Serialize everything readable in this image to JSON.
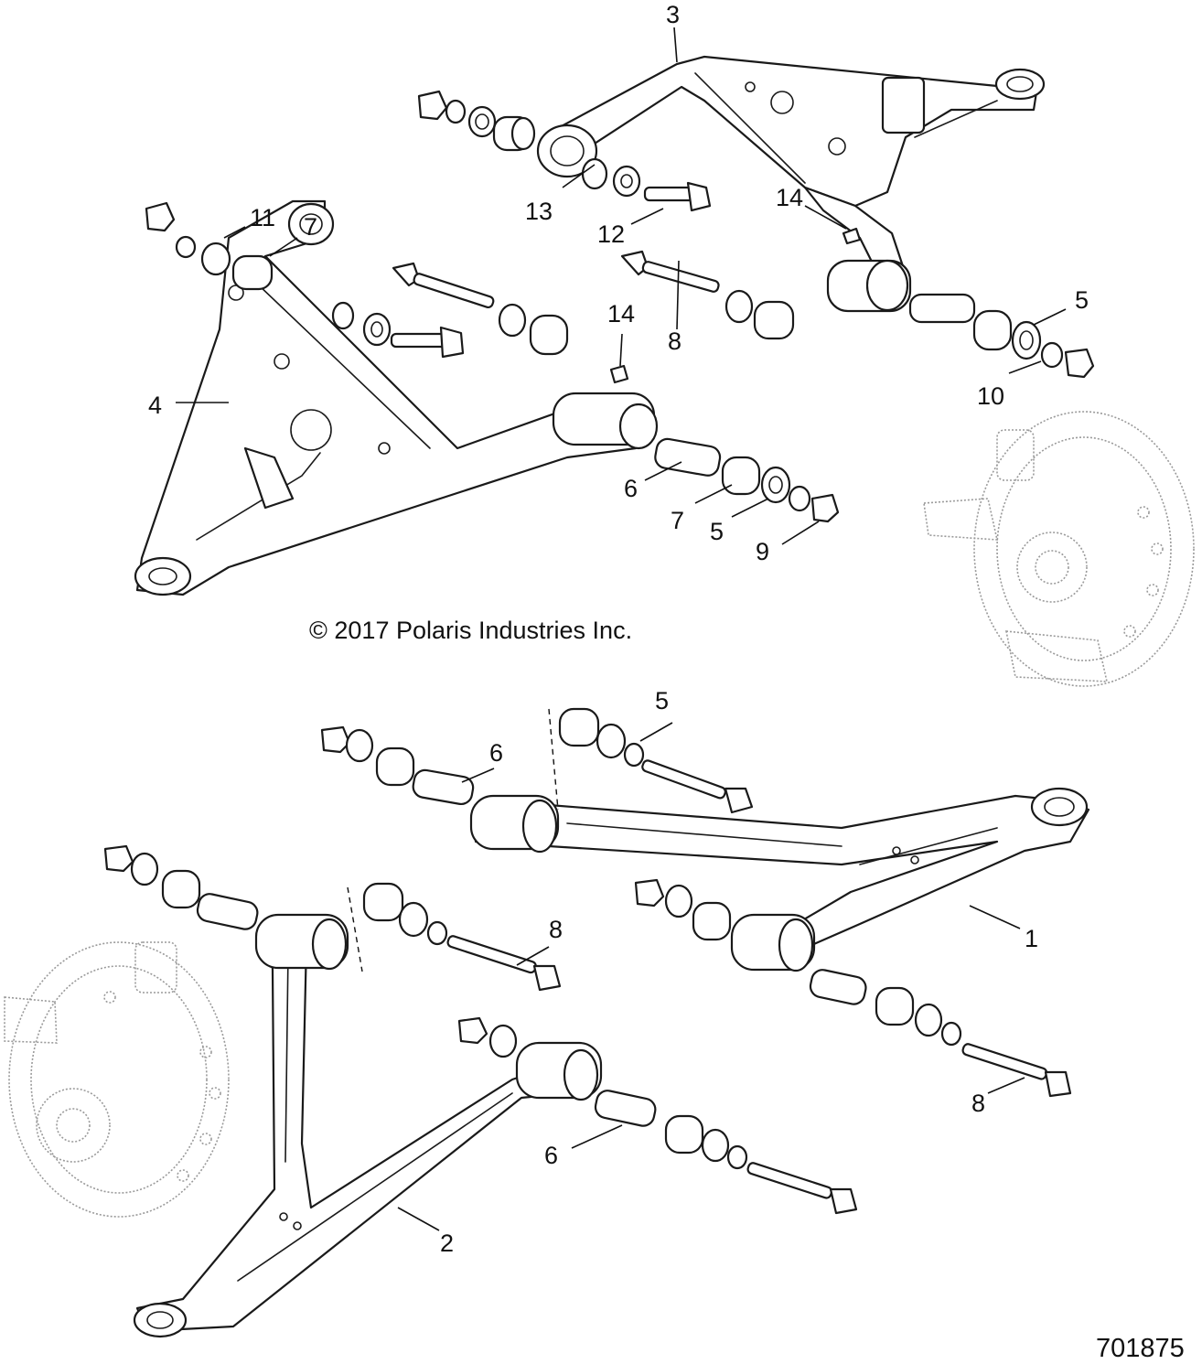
{
  "copyright": "© 2017 Polaris Industries Inc.",
  "drawing_number": "701875",
  "callouts": {
    "c3": "3",
    "c13": "13",
    "c12": "12",
    "c14_upper": "14",
    "c11": "11",
    "c7_upper": "7",
    "c14_mid": "14",
    "c8_upper": "8",
    "c5_upper_right": "5",
    "c10": "10",
    "c4": "4",
    "c6_upper": "6",
    "c7_lower": "7",
    "c5_mid": "5",
    "c9": "9",
    "c5_lower": "5",
    "c6_lower_top": "6",
    "c8_lower_mid": "8",
    "c1": "1",
    "c8_lower_right": "8",
    "c6_lower_bottom": "6",
    "c2": "2"
  }
}
